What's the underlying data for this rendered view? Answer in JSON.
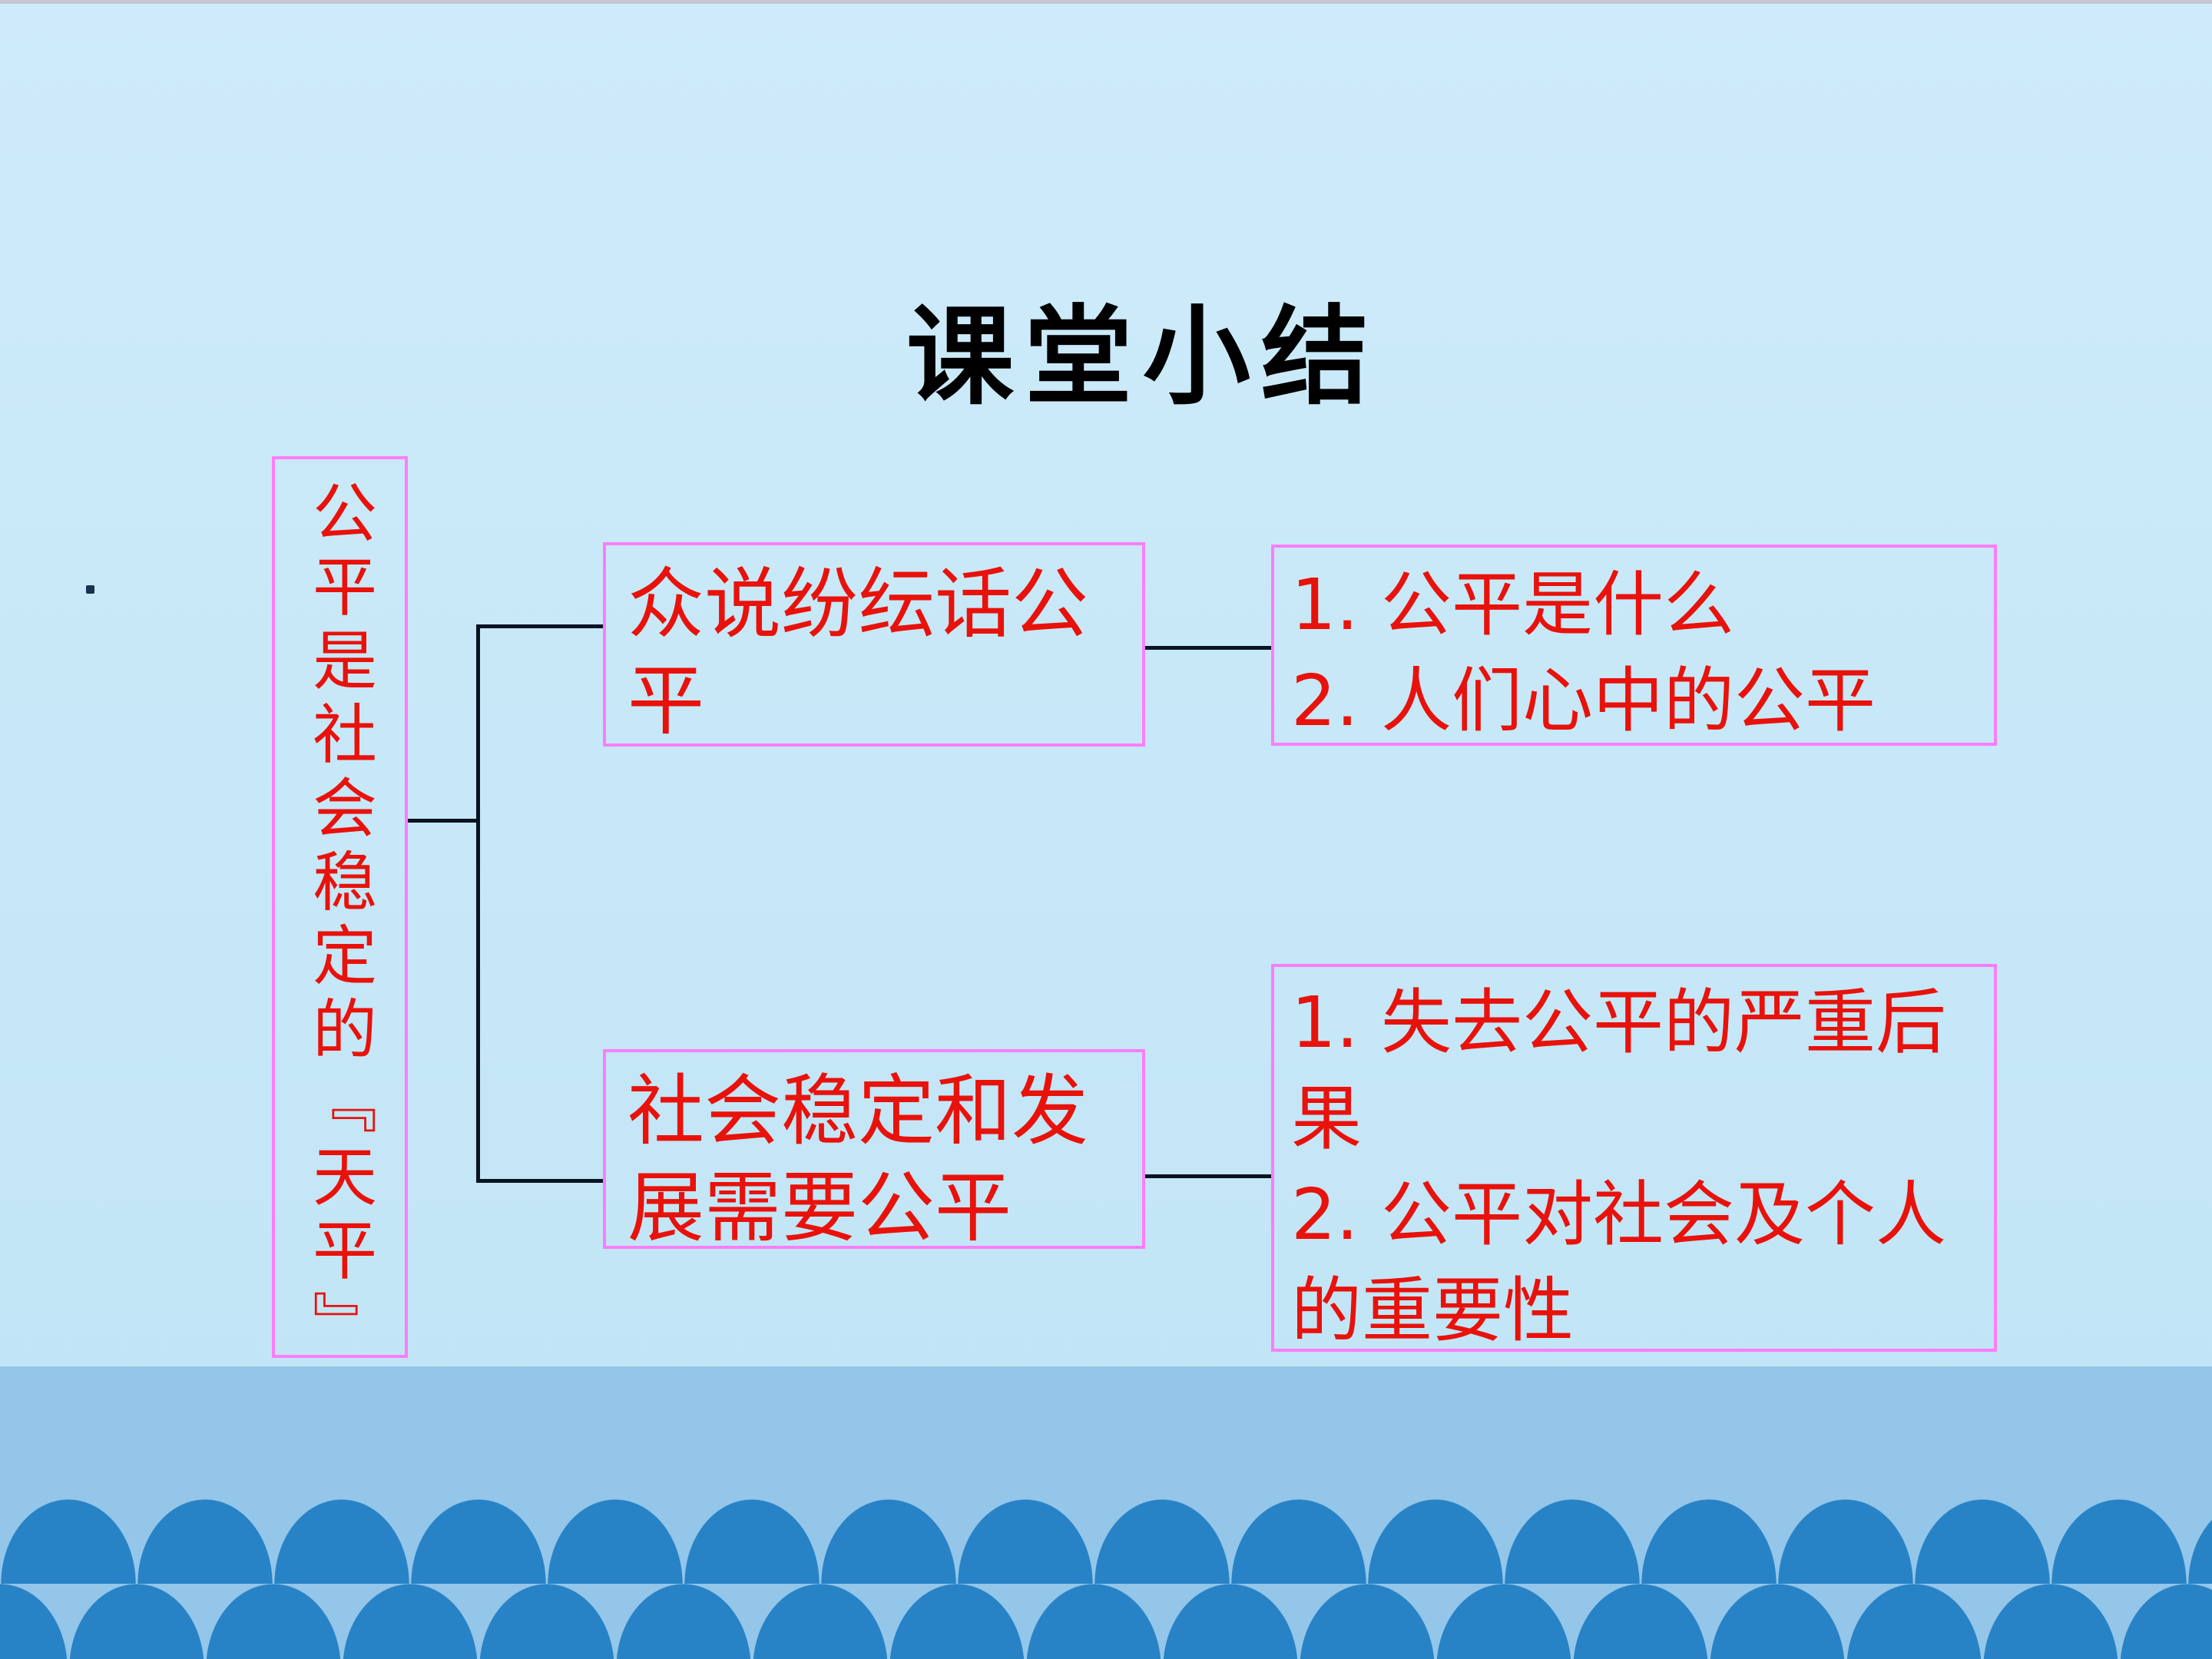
{
  "title": "课堂小结",
  "tree": {
    "root": "公平是社会稳定的『天平』",
    "nodes": [
      {
        "label": "众说纷纭话公平",
        "items": [
          "1. 公平是什么",
          "2. 人们心中的公平"
        ]
      },
      {
        "label": "社会稳定和发展需要公平",
        "items": [
          "1. 失去公平的严重后果",
          "2. 公平对社会及个人的重要性"
        ]
      }
    ]
  },
  "colors": {
    "background": "#C7E8F8",
    "top_strip_gray": "#C5C6CE",
    "box_border_magenta": "#FB7DFB",
    "text_red": "#E8120B",
    "title_black": "#000000",
    "connector_black": "#0A1322",
    "footer_band_blue": "#93C6E9",
    "footer_scallop_blue": "#2882C6"
  }
}
